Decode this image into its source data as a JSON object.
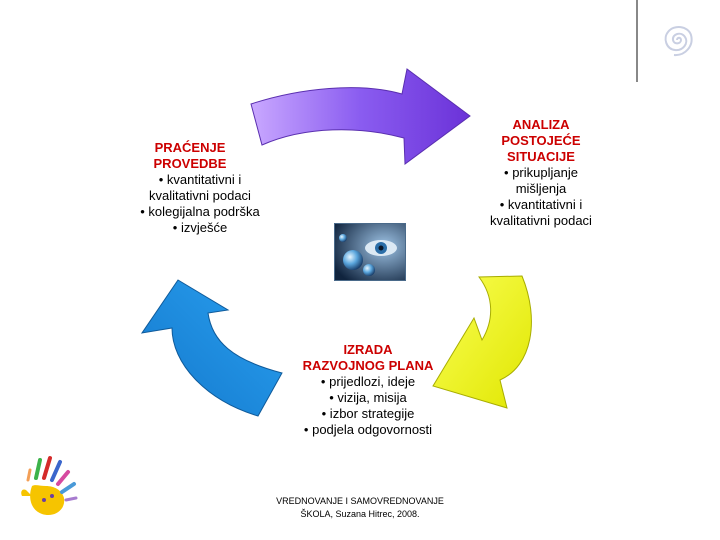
{
  "diagram": {
    "nodes": {
      "analysis": {
        "title_lines": [
          "ANALIZA",
          "POSTOJEĆE",
          "SITUACIJE"
        ],
        "items": [
          "• prikupljanje",
          "mišljenja",
          "• kvantitativni i",
          "kvalitativni podaci"
        ]
      },
      "plan": {
        "title_lines": [
          "IZRADA",
          "RAZVOJNOG PLANA"
        ],
        "items": [
          "• prijedlozi, ideje",
          "• vizija, misija",
          "• izbor strategije",
          "• podjela odgovornosti"
        ]
      },
      "monitoring": {
        "title_lines": [
          "PRAĆENJE",
          "PROVEDBE"
        ],
        "items": [
          "• kvantitativni i",
          "kvalitativni podaci",
          "• kolegijalna podrška",
          "• izvješće"
        ]
      }
    },
    "arrows": [
      {
        "from": "monitoring",
        "to": "analysis",
        "color": "#8855ee"
      },
      {
        "from": "analysis",
        "to": "plan",
        "color": "#eef000"
      },
      {
        "from": "plan",
        "to": "monitoring",
        "color": "#1a8ce0"
      }
    ]
  },
  "footer": {
    "line1": "VREDNOVANJE I SAMOVREDNOVANJE",
    "line2": "ŠKOLA, Suzana Hitrec, 2008."
  },
  "colors": {
    "title": "#cc0000",
    "text": "#000000",
    "arrow_top": "#8855ee",
    "arrow_right": "#eef000",
    "arrow_left": "#1a8ce0"
  },
  "decorations": {
    "center_image": "eye-and-globes-photo",
    "corner_logo": "spiral-swirl-icon",
    "bottom_left_logo": "colorful-handprint-logo"
  }
}
